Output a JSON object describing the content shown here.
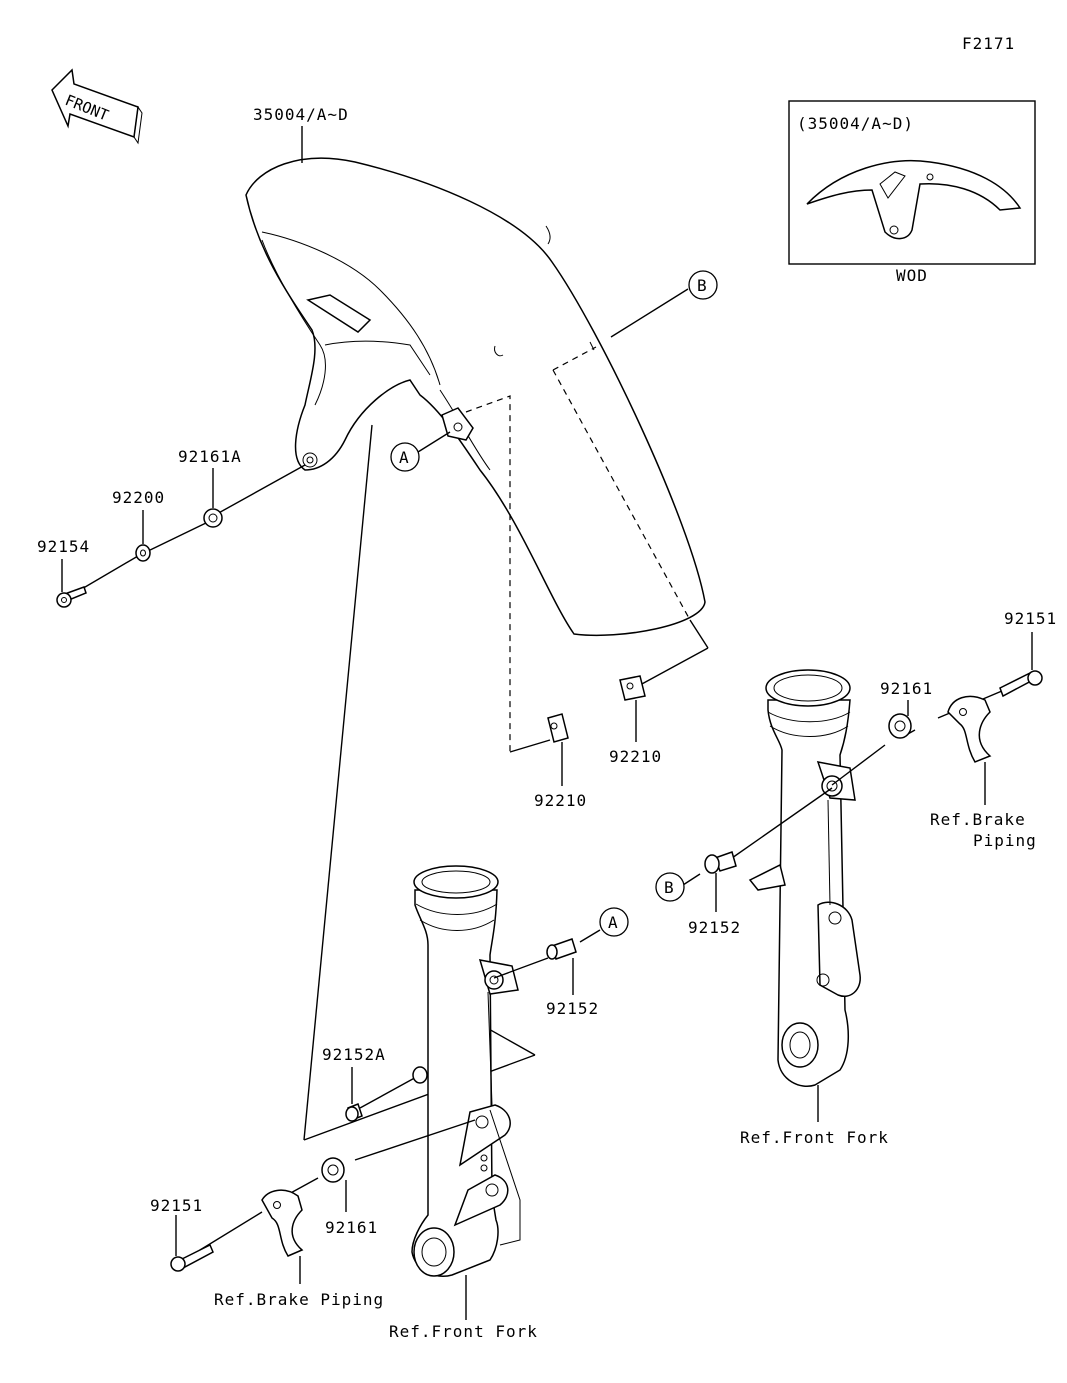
{
  "figure_code": "F2171",
  "front_arrow_text": "FRONT",
  "inset": {
    "title": "(35004/A~D)",
    "caption": "WOD"
  },
  "callouts": {
    "a": "A",
    "b": "B"
  },
  "parts": {
    "fender": "35004/A~D",
    "p92161A": "92161A",
    "p92200": "92200",
    "p92154": "92154",
    "p92210_right": "92210",
    "p92210_left": "92210",
    "p92151_right": "92151",
    "p92161_right": "92161",
    "p92152_right": "92152",
    "p92152_left": "92152",
    "p92152A": "92152A",
    "p92151_left": "92151",
    "p92161_left": "92161"
  },
  "refs": {
    "brake_right_line1": "Ref.Brake",
    "brake_right_line2": "Piping",
    "fork_right": "Ref.Front Fork",
    "brake_left": "Ref.Brake Piping",
    "fork_left": "Ref.Front Fork"
  }
}
